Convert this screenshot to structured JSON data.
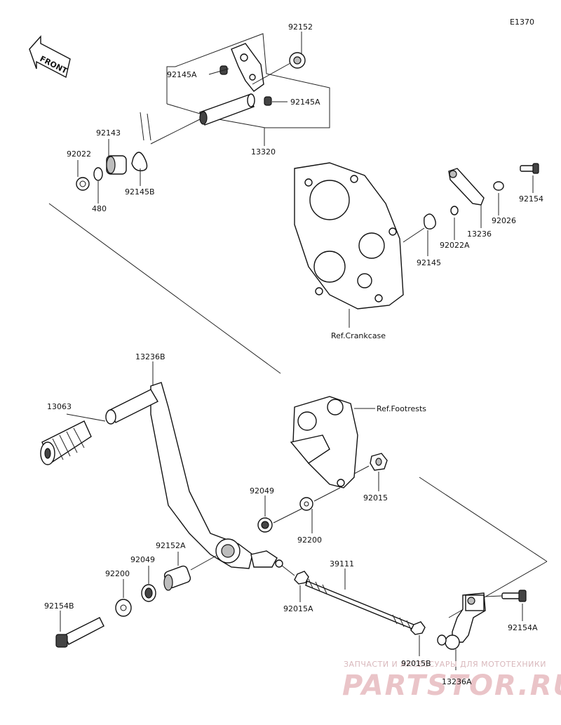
{
  "diagram_code": "E1370",
  "front_label": "FRONT",
  "parts": {
    "p92152": "92152",
    "p92145A_1": "92145A",
    "p92145A_2": "92145A",
    "p13320": "13320",
    "p92143": "92143",
    "p92022": "92022",
    "p480": "480",
    "p92145B": "92145B",
    "p92154": "92154",
    "p92026": "92026",
    "p13236": "13236",
    "p92022A": "92022A",
    "p92145": "92145",
    "p13236B": "13236B",
    "p13063": "13063",
    "p92015": "92015",
    "p92049_1": "92049",
    "p92200_1": "92200",
    "p92152A": "92152A",
    "p92049_2": "92049",
    "p92200_2": "92200",
    "p39111": "39111",
    "p92015A": "92015A",
    "p92154B": "92154B",
    "p92015B": "92015B",
    "p92154A": "92154A",
    "p13236A": "13236A"
  },
  "refs": {
    "crankcase": "Ref.Crankcase",
    "footrests": "Ref.Footrests"
  },
  "watermark": {
    "line1": "ЗАПЧАСТИ И АКСЕССУАРЫ ДЛЯ МОТОТЕХНИКИ",
    "line2": "PARTSTOR.RU"
  }
}
